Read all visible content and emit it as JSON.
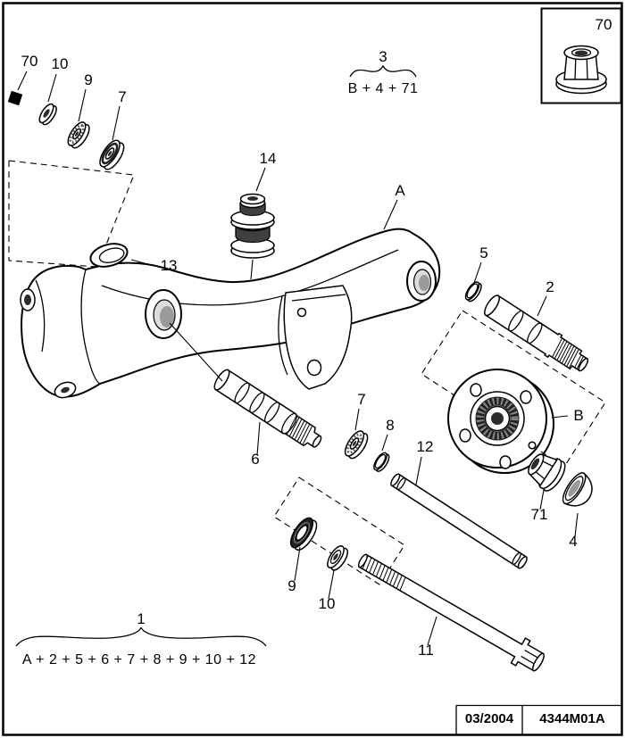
{
  "page": {
    "background": "#ffffff",
    "ink": "#000000"
  },
  "title_block": {
    "date": "03/2004",
    "code": "4344M01A"
  },
  "inset": {
    "label": "70"
  },
  "legend_top": {
    "label": "3",
    "formula": "B + 4 + 71"
  },
  "legend_bottom": {
    "label": "1",
    "formula": "A + 2 + 5 + 6 + 7 + 8 + 9 + 10 + 12"
  },
  "callouts": {
    "marker_nut": "70",
    "washer_upper": "10",
    "bearing_upper": "9",
    "seal_upper": "7",
    "damper_stack": "14",
    "axle_beam": "A",
    "snap_ring": "5",
    "stub_shaft": "2",
    "plug": "13",
    "hub": "B",
    "bearing_mid": "7",
    "ring_mid": "8",
    "pivot_pin": "12",
    "pivot_shaft": "6",
    "hub_nut": "71",
    "dust_cap": "4",
    "seal_lower": "9",
    "washer_lower": "10",
    "bolt": "11"
  }
}
